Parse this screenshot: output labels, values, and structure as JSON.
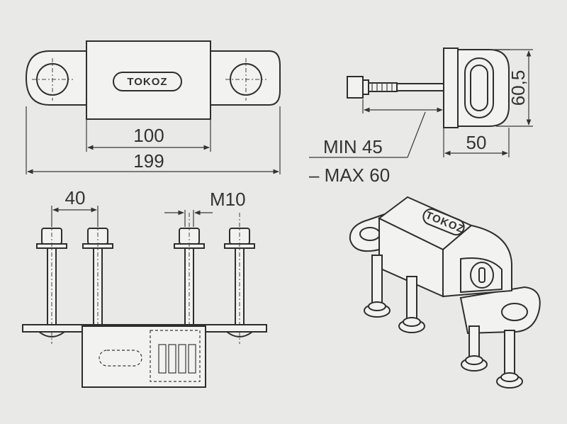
{
  "brand": {
    "logo_text": "TOKOZ"
  },
  "dimensions": {
    "body_width": "100",
    "total_length": "199",
    "height": "60,5",
    "depth": "50",
    "bolt_spacing": "40",
    "bolt_thread": "M10",
    "bolt_min": "MIN 45",
    "bolt_max": "– MAX 60"
  },
  "colors": {
    "background": "#e9e9e7",
    "line": "#2e2e2e",
    "fill": "#f2f2f0"
  }
}
